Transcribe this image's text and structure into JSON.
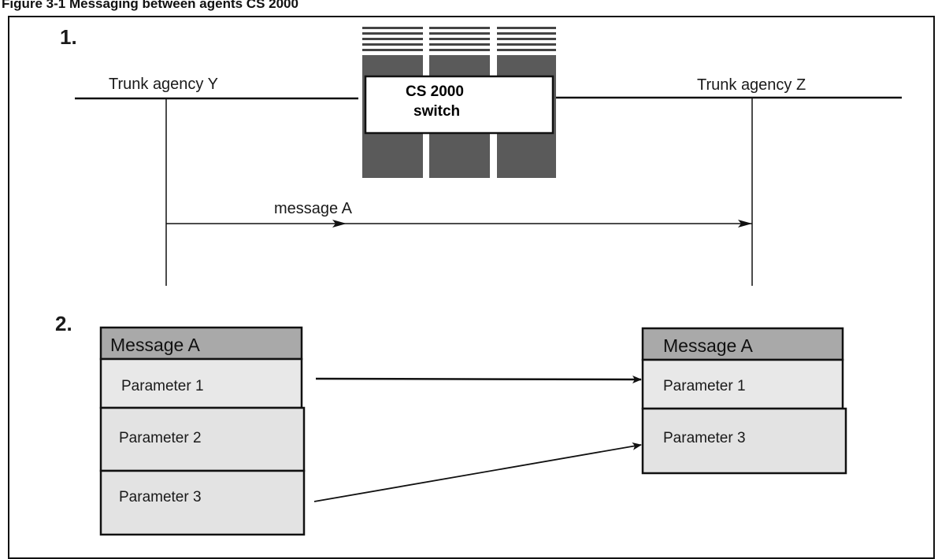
{
  "caption": "Figure 3-1  Messaging between agents CS 2000",
  "sections": [
    "1.",
    "2."
  ],
  "agencies": {
    "left": "Trunk agency Y",
    "right": "Trunk agency Z"
  },
  "switch_label": [
    "CS 2000",
    "switch"
  ],
  "message_label": "message A",
  "left_table": {
    "header": "Message A",
    "rows": [
      "Parameter 1",
      "Parameter 2",
      "Parameter 3"
    ]
  },
  "right_table": {
    "header": "Message A",
    "rows": [
      "Parameter 1",
      "Parameter 3"
    ]
  },
  "colors": {
    "line": "#111111",
    "switch_dark": "#5a5a5a",
    "table_head": "#a9a9a9",
    "table_cell": "#e6e6e6"
  }
}
